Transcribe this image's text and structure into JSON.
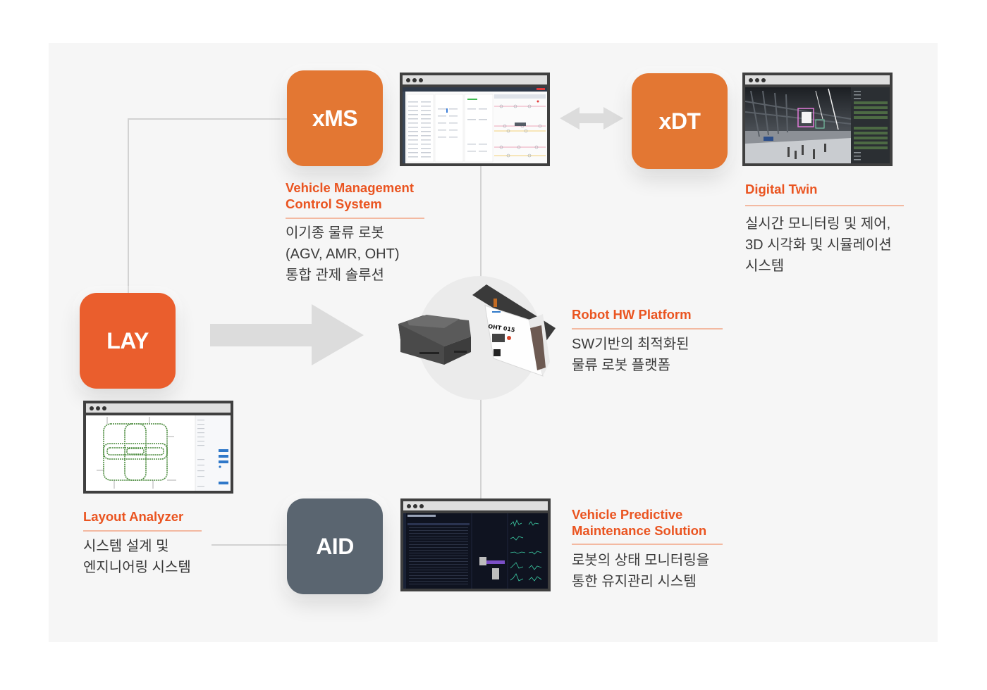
{
  "modules": {
    "xms": {
      "tile_label": "xMS",
      "title_line1": "Vehicle Management",
      "title_line2": "Control System",
      "desc_line1": "이기종 물류 로봇",
      "desc_line2": "(AGV, AMR, OHT)",
      "desc_line3": "통합 관제 솔루션"
    },
    "xdt": {
      "tile_label": "xDT",
      "title_line1": "Digital Twin",
      "desc_line1": "실시간 모니터링 및 제어,",
      "desc_line2": "3D 시각화 및 시뮬레이션",
      "desc_line3": "시스템"
    },
    "lay": {
      "tile_label": "LAY",
      "title_line1": "Layout Analyzer",
      "desc_line1": "시스템 설계 및",
      "desc_line2": "엔지니어링 시스템"
    },
    "robot": {
      "title_line1": "Robot HW Platform",
      "desc_line1": "SW기반의 최적화된",
      "desc_line2": "물류 로봇 플랫폼",
      "oht_label": "OHT 015"
    },
    "aid": {
      "tile_label": "AID",
      "title_line1": "Vehicle Predictive",
      "title_line2": "Maintenance Solution",
      "desc_line1": "로봇의 상태 모니터링을",
      "desc_line2": "통한 유지관리 시스템",
      "screen_title": "Vehicle Health Monitor"
    }
  },
  "colors": {
    "accent_orange": "#e37733",
    "lay_red": "#ea5e2d",
    "aid_slate": "#5a6570",
    "title_text": "#ea5420",
    "panel_bg": "#f6f6f6"
  }
}
